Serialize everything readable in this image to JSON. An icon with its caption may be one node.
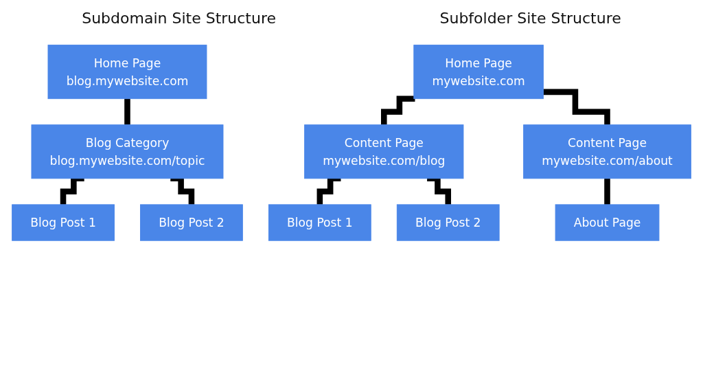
{
  "diagram": {
    "nodes": [
      {
        "text": [
          "Home Page",
          "blog.mywebsite.com"
        ]
      },
      {
        "text": [
          "Blog Category",
          "blog.mywebsite.com/topic"
        ]
      },
      {
        "text": [
          "Blog Post 1"
        ]
      },
      {
        "text": [
          "Blog Post 2"
        ]
      },
      {
        "text": [
          "Home Page",
          "mywebsite.com"
        ]
      },
      {
        "text": [
          "Content Page",
          "mywebsite.com/blog"
        ]
      },
      {
        "text": [
          "Content Page",
          "mywebsite.com/about"
        ]
      },
      {
        "text": [
          "Blog Post 1"
        ]
      },
      {
        "text": [
          "Blog Post 2"
        ]
      },
      {
        "text": [
          "About Page"
        ]
      }
    ],
    "edges": [
      {
        "from": 0,
        "to": 1,
        "arrow": "none"
      },
      {
        "from": 1,
        "to": 2,
        "arrow": "none"
      },
      {
        "from": 1,
        "to": 3,
        "arrow": "none"
      },
      {
        "from": 4,
        "to": 5,
        "arrow": "none"
      },
      {
        "from": 4,
        "to": 6,
        "arrow": "none"
      },
      {
        "from": 5,
        "to": 7,
        "arrow": "none"
      },
      {
        "from": 5,
        "to": 8,
        "arrow": "none"
      },
      {
        "from": 6,
        "to": 9,
        "arrow": "none"
      }
    ],
    "labels": [
      "Subdomain Site Structure",
      "Subfolder Site Structure"
    ]
  }
}
